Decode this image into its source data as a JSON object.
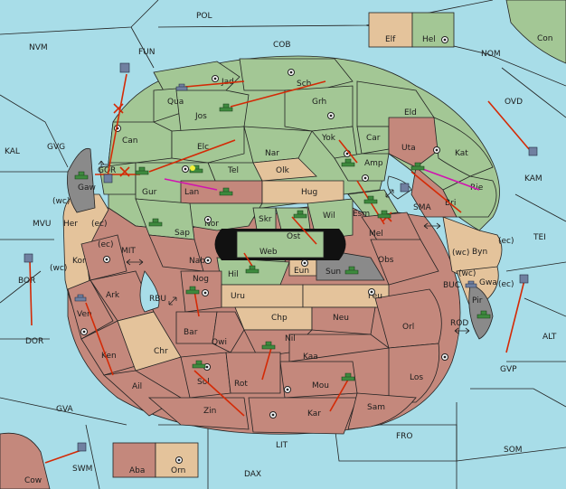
{
  "map": {
    "sea_regions": [
      "POL",
      "NVM",
      "FUN",
      "COB",
      "NOM",
      "OVD",
      "KAL",
      "GVG",
      "KAM",
      "MVU",
      "TEI",
      "BOR",
      "MIT",
      "RBU",
      "BUC",
      "ALT",
      "DOR",
      "ROD",
      "GVP",
      "GVA",
      "FRO",
      "SOM",
      "LIT",
      "DAX",
      "Con",
      "Cow",
      "SMA",
      "SWM"
    ],
    "land_regions": [
      "Jad",
      "Sch",
      "Qua",
      "Jos",
      "Grh",
      "Eld",
      "Can",
      "Yok",
      "Car",
      "Elc",
      "Nar",
      "Uta",
      "Kat",
      "Tel",
      "Olk",
      "Amp",
      "GOR",
      "Gaw",
      "Gur",
      "Lan",
      "Hug",
      "Bri",
      "Rie",
      "Wil",
      "Esm",
      "Nor",
      "Skr",
      "Ost",
      "Her",
      "Sap",
      "Web",
      "Mel",
      "Byn",
      "Kor",
      "Nab",
      "Eun",
      "Sun",
      "Obs",
      "Hil",
      "Gwa",
      "Nog",
      "Uru",
      "Feu",
      "Pir",
      "Ark",
      "Ven",
      "Chp",
      "Neu",
      "Bar",
      "Qwi",
      "Orl",
      "Nil",
      "Ken",
      "Chr",
      "Kaa",
      "Sol",
      "Rot",
      "Mou",
      "Los",
      "Ail",
      "Zin",
      "Kar",
      "Sam",
      "Elf",
      "Hel",
      "Aba",
      "Orn"
    ],
    "coast_labels": [
      "(wc)",
      "(ec)",
      "(ec)",
      "(wc)",
      "(wc)",
      "(ec)",
      "(wc)",
      "(ec)"
    ]
  },
  "colors": {
    "sea": "#a8dde8",
    "green": "#a3c795",
    "red": "#c4887c",
    "tan": "#e4c39b",
    "gray": "#8a8a8a",
    "order_arrow": "#d42a06",
    "convoy_arrow": "#d014b0"
  },
  "icons": [
    "army-unit-icon",
    "fleet-unit-icon",
    "supply-center-icon",
    "order-arrow-icon",
    "void-x-icon",
    "double-arrow-icon"
  ]
}
